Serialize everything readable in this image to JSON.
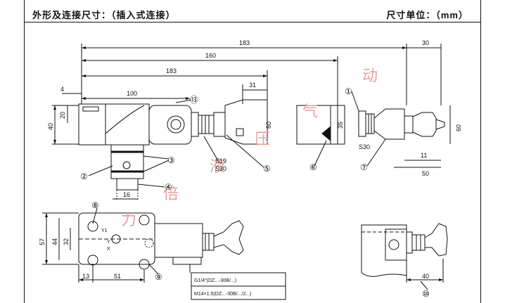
{
  "header": {
    "title": "外形及连接尺寸：（插入式连接）",
    "unit": "尺寸单位：（mm）"
  },
  "dims": {
    "d183a": "183",
    "d30": "30",
    "d160": "160",
    "d183b": "183",
    "d4": "4",
    "d100": "100",
    "d31": "31",
    "d20": "20",
    "d40": "40",
    "d60a": "60",
    "d35": "35",
    "d60b": "60",
    "d11": "11",
    "d50": "50",
    "dS19": "S19",
    "dS30a": "S30",
    "dS30b": "S30",
    "d16": "16",
    "d57": "57",
    "d44": "44",
    "d32": "32",
    "d13": "13",
    "d51": "51",
    "d40b": "40"
  },
  "labels": {
    "l1": "①",
    "l2": "②",
    "l3": "③",
    "l4": "④",
    "l5": "⑤",
    "l6": "⑥",
    "l7": "⑦",
    "l8": "⑧",
    "l9": "⑨",
    "l10": "⑩",
    "l13": "⑬"
  },
  "notes": {
    "n1": "G1/4\"(DZ...-30B/...)",
    "n2": "M14×1.5(DZ...-30B/.../2...)",
    "y1": "Y1",
    "y": "Y",
    "x": "X"
  },
  "watermark": [
    "力",
    "倍",
    "液",
    "压",
    "气",
    "动"
  ]
}
